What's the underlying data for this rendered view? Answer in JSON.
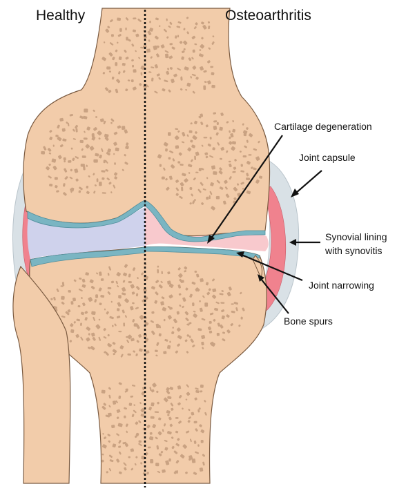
{
  "headers": {
    "left": "Healthy",
    "right": "Osteoarthritis"
  },
  "labels": {
    "cartilage_degeneration": "Cartilage degeneration",
    "joint_capsule": "Joint capsule",
    "synovial_line1": "Synovial lining",
    "synovial_line2": "with synovitis",
    "joint_narrowing": "Joint narrowing",
    "bone_spurs": "Bone spurs"
  },
  "colors": {
    "bone": "#f2ccaa",
    "bone_outline": "#7a5a40",
    "trabeculae": "#c9a282",
    "cartilage": "#7ab5c2",
    "capsule": "#d9e1e6",
    "synovium": "#f0828e",
    "synovial_fluid_healthy": "#cfd2ec",
    "synovial_fluid_oa": "#f8c9cd",
    "arrow": "#111111"
  }
}
